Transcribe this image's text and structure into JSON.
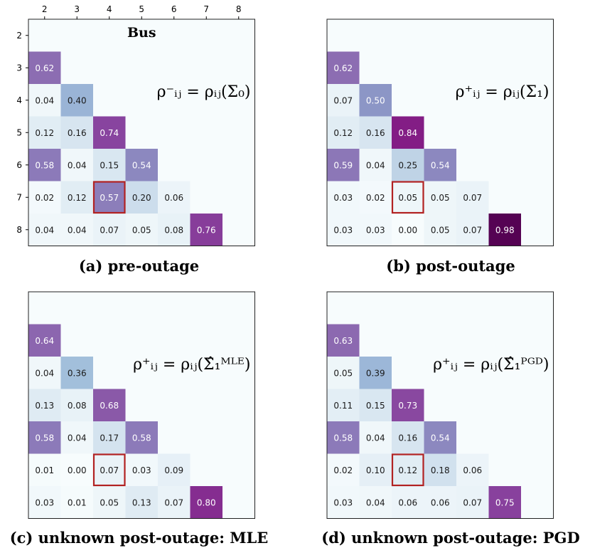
{
  "title": "Bus",
  "chart_data": [
    {
      "type": "heatmap",
      "caption": "(a) pre-outage",
      "formula": "ρ⁻ᵢⱼ = ρᵢⱼ(Σ₀)",
      "x_ticks": [
        "2",
        "3",
        "4",
        "5",
        "6",
        "7",
        "8"
      ],
      "y_ticks": [
        "2",
        "3",
        "4",
        "5",
        "6",
        "7",
        "8"
      ],
      "rows": [
        [
          0.62
        ],
        [
          0.04,
          0.4
        ],
        [
          0.12,
          0.16,
          0.74
        ],
        [
          0.58,
          0.04,
          0.15,
          0.54
        ],
        [
          0.02,
          0.12,
          0.57,
          0.2,
          0.06
        ],
        [
          0.04,
          0.04,
          0.07,
          0.05,
          0.08,
          0.76
        ]
      ],
      "highlight": {
        "row": 4,
        "col": 2,
        "color": "#b22222"
      }
    },
    {
      "type": "heatmap",
      "caption": "(b) post-outage",
      "formula": "ρ⁺ᵢⱼ = ρᵢⱼ(Σ₁)",
      "rows": [
        [
          0.62
        ],
        [
          0.07,
          0.5
        ],
        [
          0.12,
          0.16,
          0.84
        ],
        [
          0.59,
          0.04,
          0.25,
          0.54
        ],
        [
          0.03,
          0.02,
          0.05,
          0.05,
          0.07
        ],
        [
          0.03,
          0.03,
          0.0,
          0.05,
          0.07,
          0.98
        ]
      ],
      "highlight": {
        "row": 4,
        "col": 2,
        "color": "#b22222"
      }
    },
    {
      "type": "heatmap",
      "caption": "(c) unknown post-outage: MLE",
      "formula": "ρ⁺ᵢⱼ = ρᵢⱼ(Σ̂₁ᴹᴸᴱ)",
      "rows": [
        [
          0.64
        ],
        [
          0.04,
          0.36
        ],
        [
          0.13,
          0.08,
          0.68
        ],
        [
          0.58,
          0.04,
          0.17,
          0.58
        ],
        [
          0.01,
          0.0,
          0.07,
          0.03,
          0.09
        ],
        [
          0.03,
          0.01,
          0.05,
          0.13,
          0.07,
          0.8
        ]
      ],
      "highlight": {
        "row": 4,
        "col": 2,
        "color": "#b22222"
      }
    },
    {
      "type": "heatmap",
      "caption": "(d) unknown post-outage: PGD",
      "formula": "ρ⁺ᵢⱼ = ρᵢⱼ(Σ̂₁ᴾᴳᴰ)",
      "rows": [
        [
          0.63
        ],
        [
          0.05,
          0.39
        ],
        [
          0.11,
          0.15,
          0.73
        ],
        [
          0.58,
          0.04,
          0.16,
          0.54
        ],
        [
          0.02,
          0.1,
          0.12,
          0.18,
          0.06
        ],
        [
          0.03,
          0.04,
          0.06,
          0.06,
          0.07,
          0.75
        ]
      ],
      "highlight": {
        "row": 4,
        "col": 2,
        "color": "#b22222"
      }
    }
  ],
  "colormap": {
    "name": "BuPu",
    "stops": [
      "#f7fcfd",
      "#e0ecf4",
      "#bfd3e6",
      "#9ebcda",
      "#8c96c6",
      "#8c6bb1",
      "#88419d",
      "#810f7c",
      "#4d004b"
    ]
  }
}
